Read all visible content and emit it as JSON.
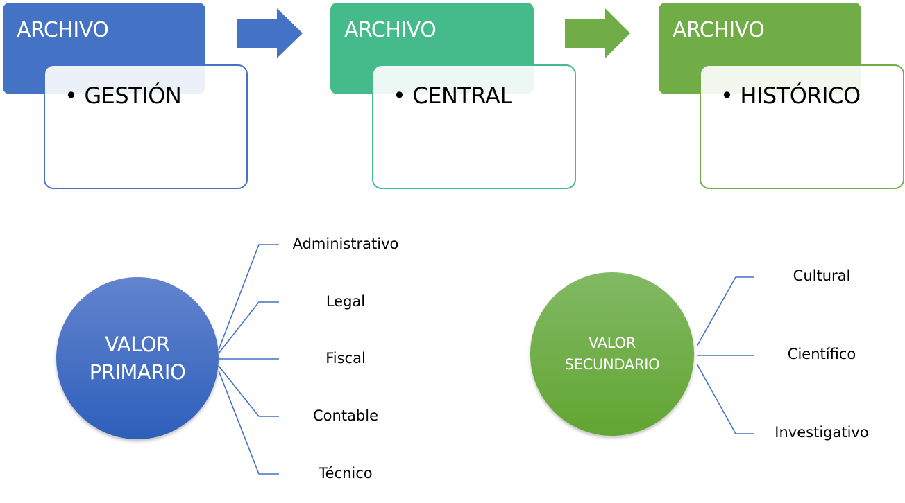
{
  "flow": {
    "stages": [
      {
        "header": "ARCHIVO",
        "item": "GESTIÓN",
        "color": "#4472C4"
      },
      {
        "header": "ARCHIVO",
        "item": "CENTRAL",
        "color": "#45BB8C"
      },
      {
        "header": "ARCHIVO",
        "item": "HISTÓRICO",
        "color": "#70AD47"
      }
    ],
    "arrow_colors": [
      "#4472C4",
      "#70AD47"
    ]
  },
  "primary": {
    "title": "VALOR PRIMARIO",
    "color_top": "#6384CE",
    "color_bottom": "#2D5FBA",
    "branches": [
      "Administrativo",
      "Legal",
      "Fiscal",
      "Contable",
      "Técnico"
    ]
  },
  "secondary": {
    "title": "VALOR SECUNDARIO",
    "color_top": "#82B964",
    "color_bottom": "#62A532",
    "branches": [
      "Cultural",
      "Científico",
      "Investigativo"
    ]
  },
  "connector_color": "#4472C4"
}
